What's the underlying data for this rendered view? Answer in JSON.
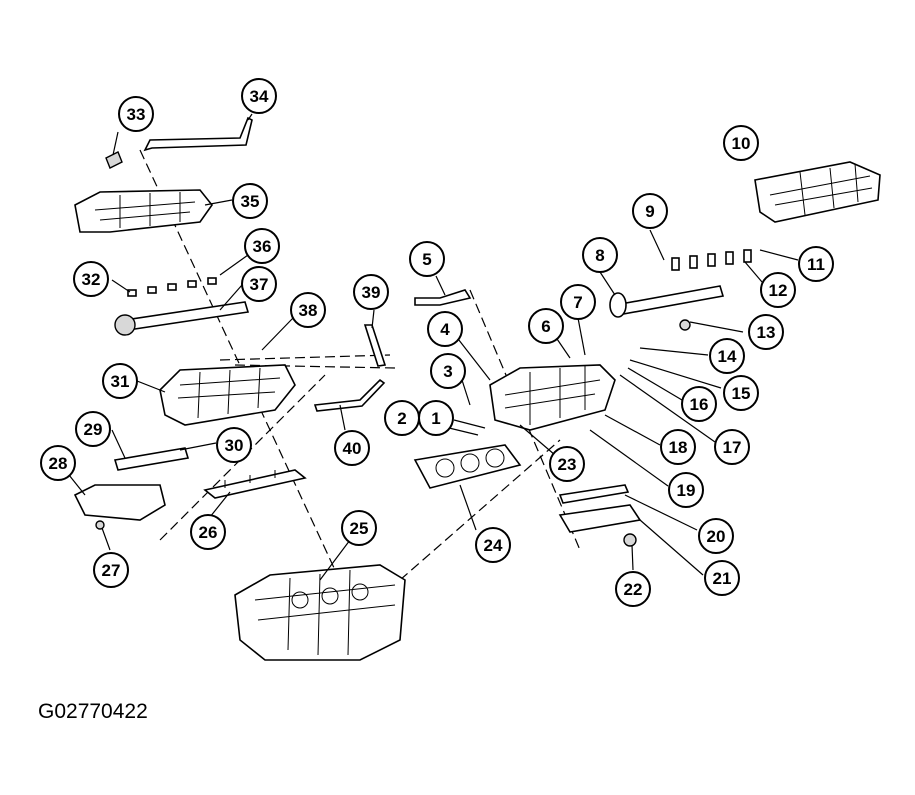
{
  "figure_code": "G02770422",
  "callouts": [
    "1",
    "2",
    "3",
    "4",
    "5",
    "6",
    "7",
    "8",
    "9",
    "10",
    "11",
    "12",
    "13",
    "14",
    "15",
    "16",
    "17",
    "18",
    "19",
    "20",
    "21",
    "22",
    "23",
    "24",
    "25",
    "26",
    "27",
    "28",
    "29",
    "30",
    "31",
    "32",
    "33",
    "34",
    "35",
    "36",
    "37",
    "38",
    "39",
    "40"
  ],
  "colors": {
    "ink": "#000000",
    "paper": "#ffffff"
  }
}
